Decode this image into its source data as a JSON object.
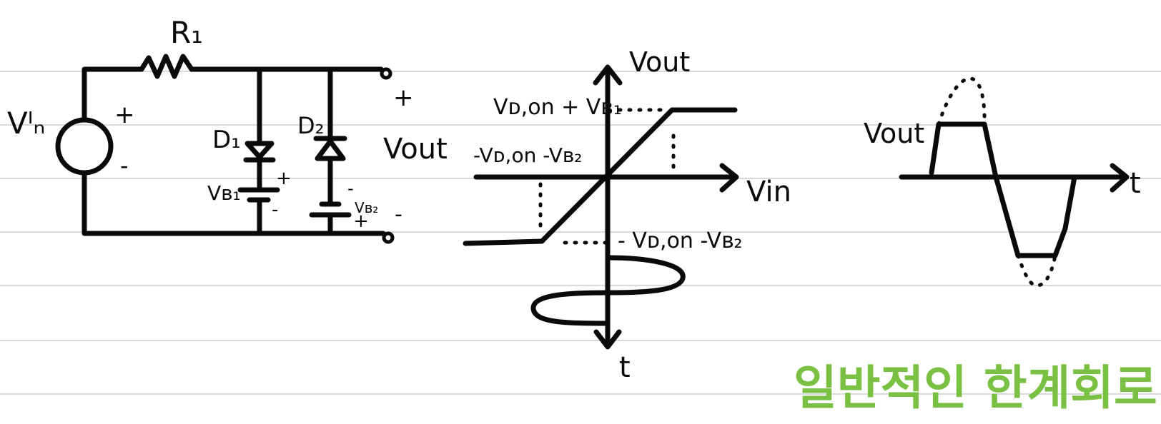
{
  "circuit": {
    "resistor": "R₁",
    "source": "Vᴵₙ",
    "source_plus": "+",
    "source_minus": "-",
    "d1": "D₁",
    "d2": "D₂",
    "vb1": "Vʙ₁",
    "vb1_plus": "+",
    "vb1_minus": "-",
    "vb2": "Vʙ₂",
    "vb2_minus": "-",
    "vb2_plus": "+",
    "out_plus": "+",
    "out_minus": "-",
    "vout": "Vout"
  },
  "transfer": {
    "y_axis": "Vout",
    "x_axis": "Vin",
    "t_axis": "t",
    "upper_level": "Vᴅ,on + Vʙ₁",
    "lower_level_left": "-Vᴅ,on -Vʙ₂",
    "lower_level_right": "- Vᴅ,on -Vʙ₂"
  },
  "waveform": {
    "y_label": "Vout",
    "t_axis": "t"
  },
  "caption": {
    "text": "일반적인  한계회로",
    "color": "#7ac143"
  }
}
